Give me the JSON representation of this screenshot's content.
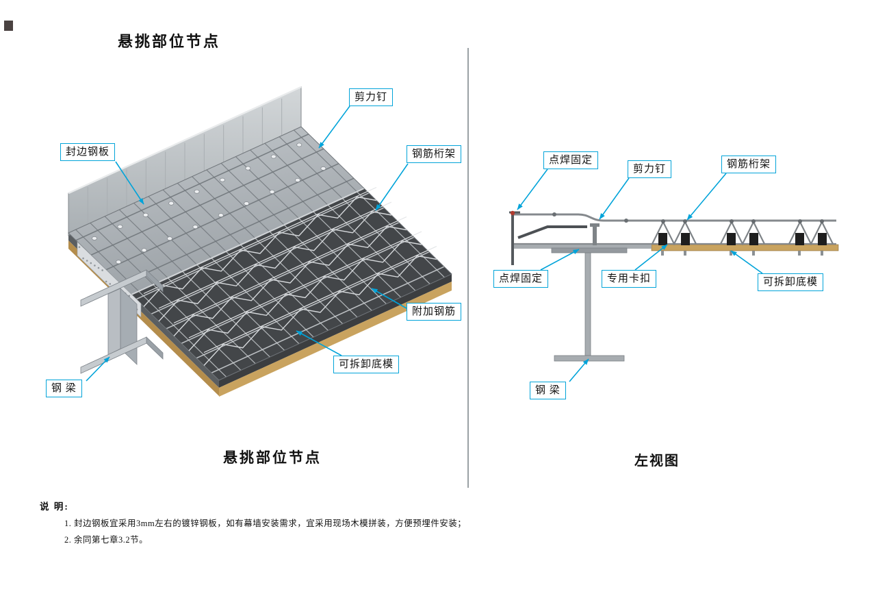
{
  "page": {
    "background": "#ffffff",
    "accent_color": "#00a3d9",
    "divider_color": "#9aa0a4",
    "wood_color": "#c9a35f",
    "steel_color": "#a7acb0"
  },
  "left_view": {
    "title_top": "悬挑部位节点",
    "title_bottom": "悬挑部位节点",
    "callouts": {
      "shear_stud": "剪力钉",
      "edge_plate": "封边钢板",
      "rebar_truss": "钢筋桁架",
      "additional_rebar": "附加钢筋",
      "removable_bottom_form": "可拆卸底模",
      "steel_beam": "钢 梁"
    }
  },
  "right_view": {
    "title_bottom": "左视图",
    "callouts": {
      "spot_weld_top": "点焊固定",
      "shear_stud": "剪力钉",
      "rebar_truss": "钢筋桁架",
      "spot_weld_bottom": "点焊固定",
      "special_clip": "专用卡扣",
      "removable_bottom_form": "可拆卸底模",
      "steel_beam": "钢 梁"
    }
  },
  "notes": {
    "heading": "说 明:",
    "items": [
      "1. 封边钢板宜采用3mm左右的镀锌钢板，如有幕墙安装需求，宜采用现场木模拼装，方便预埋件安装；",
      "2. 余同第七章3.2节。"
    ]
  }
}
